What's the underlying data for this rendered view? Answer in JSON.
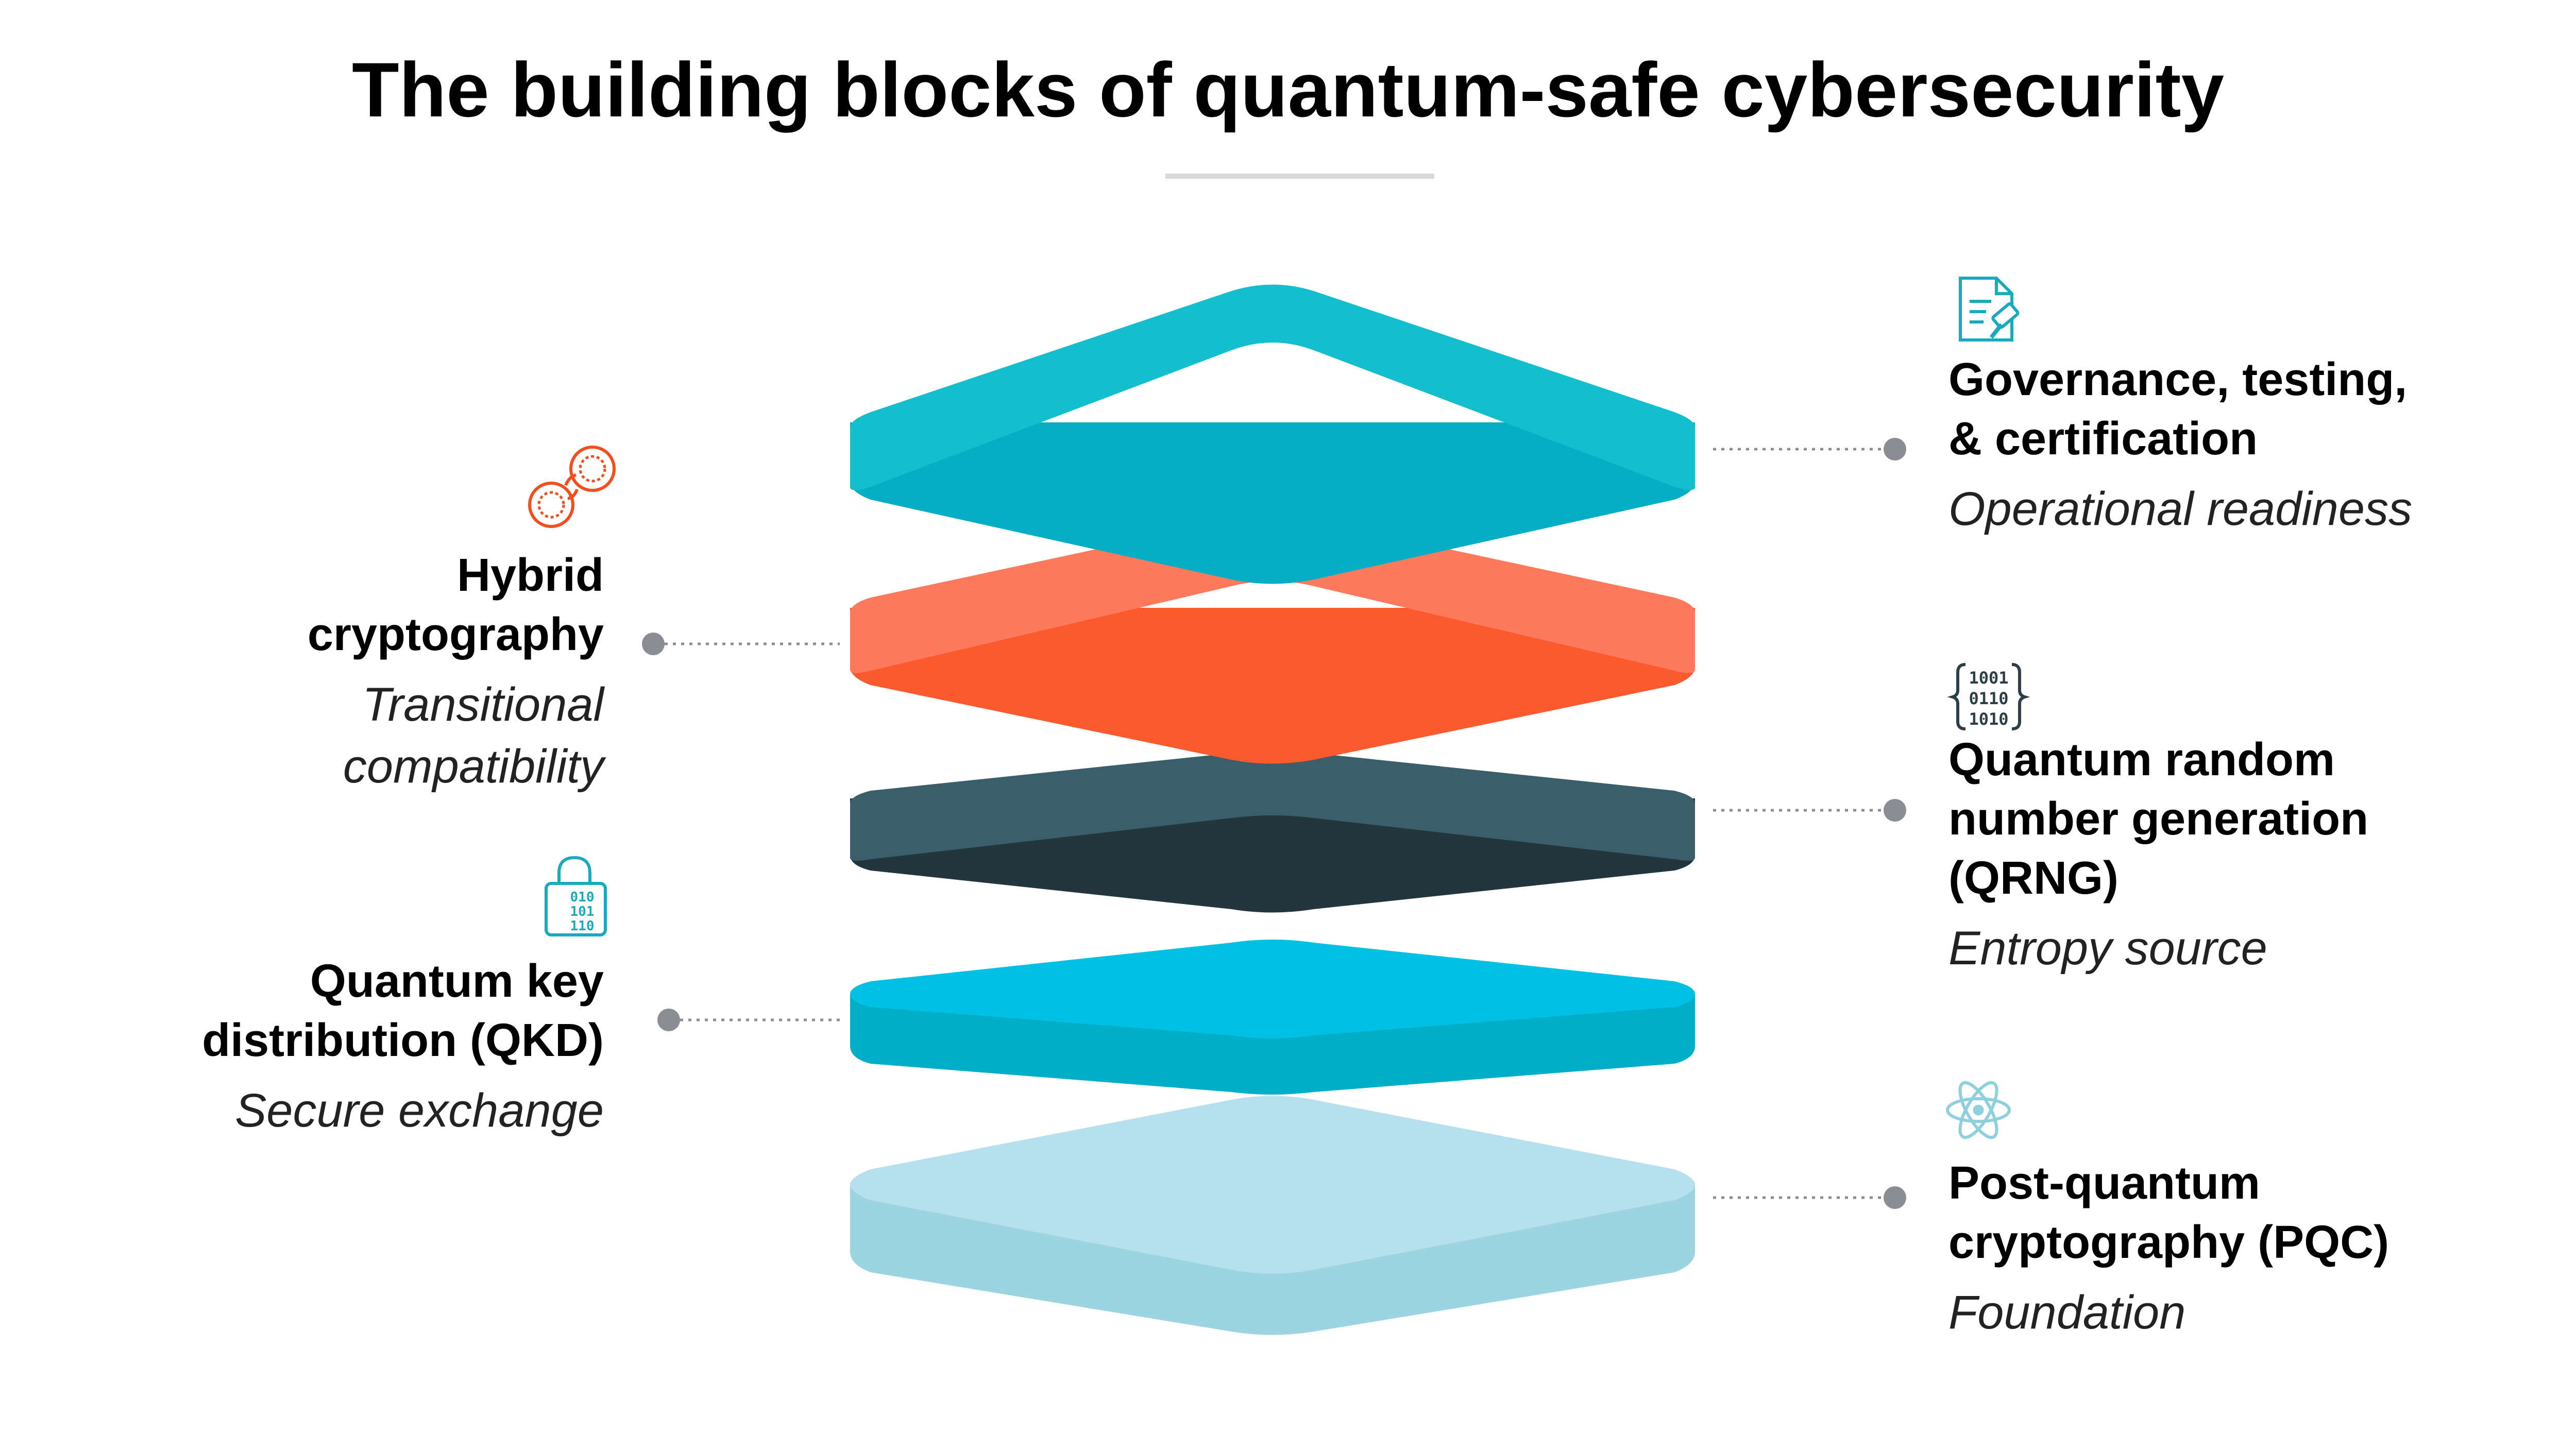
{
  "title": "The building blocks of quantum-safe cybersecurity",
  "colors": {
    "governance_top": "#13bfcc",
    "governance_side": "#05aec4",
    "hybrid_top": "#ff7a5c",
    "hybrid_side": "#fb5a2f",
    "qrng_top": "#3b5f6a",
    "qrng_side": "#23363d",
    "qkd_top": "#00c0e4",
    "qkd_side": "#00aec8",
    "pqc_top": "#b7e0ee",
    "pqc_side": "#9cd4e0",
    "connector": "#8a8d92",
    "icon_teal": "#1aaabf",
    "icon_orange": "#f24e1e",
    "icon_dark": "#2c3e46",
    "icon_light": "#8fd0de"
  },
  "layers": [
    {
      "id": "governance",
      "side": "right",
      "name": "Governance, testing,\n& certification",
      "desc": "Operational readiness",
      "icon": "document-gavel-icon"
    },
    {
      "id": "hybrid",
      "side": "left",
      "name": "Hybrid\ncryptography",
      "desc": "Transitional\ncompatibility",
      "icon": "linked-gears-icon"
    },
    {
      "id": "qrng",
      "side": "right",
      "name": "Quantum random\nnumber generation\n(QRNG)",
      "desc": "Entropy source",
      "icon": "binary-brackets-icon"
    },
    {
      "id": "qkd",
      "side": "left",
      "name": "Quantum key\ndistribution (QKD)",
      "desc": "Secure exchange",
      "icon": "binary-lock-icon"
    },
    {
      "id": "pqc",
      "side": "right",
      "name": "Post-quantum\ncryptography (PQC)",
      "desc": "Foundation",
      "icon": "atom-icon"
    }
  ]
}
